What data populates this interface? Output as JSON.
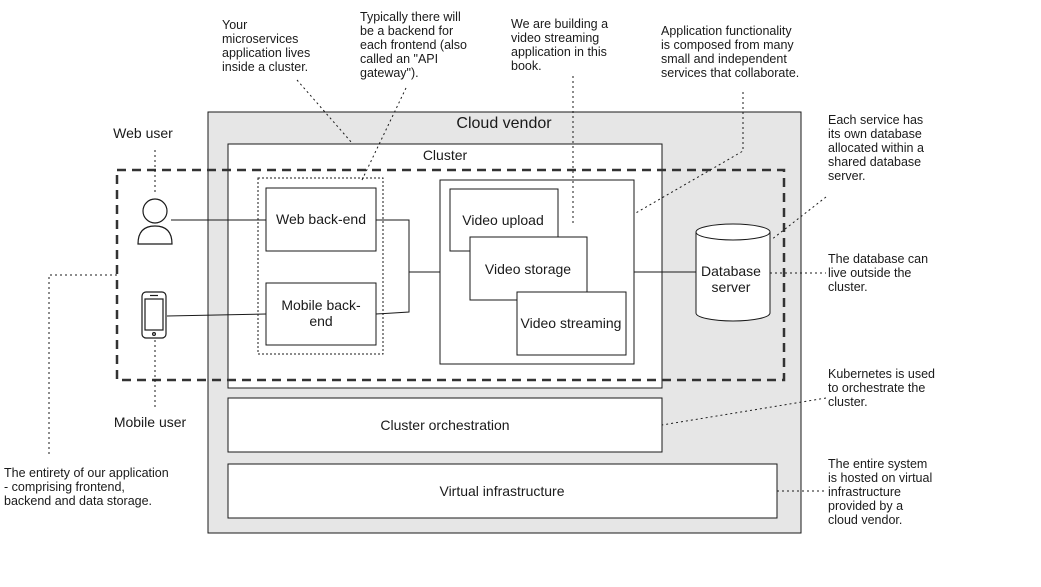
{
  "boxes": {
    "cloud_vendor": "Cloud vendor",
    "cluster": "Cluster",
    "web_backend": "Web back-end",
    "mobile_backend_line1": "Mobile back-",
    "mobile_backend_line2": "end",
    "video_upload": "Video upload",
    "video_storage": "Video storage",
    "video_streaming": "Video streaming",
    "database_line1": "Database",
    "database_line2": "server",
    "cluster_orchestration": "Cluster orchestration",
    "virtual_infrastructure": "Virtual infrastructure"
  },
  "actors": {
    "web_user": "Web user",
    "mobile_user": "Mobile user"
  },
  "notes": {
    "cluster_note": [
      "Your",
      "microservices",
      "application lives",
      "inside a cluster."
    ],
    "gateway_note": [
      "Typically there will",
      "be a backend for",
      "each frontend (also",
      "called an \"API",
      "gateway\")."
    ],
    "streaming_note": [
      "We are building a",
      "video streaming",
      "application in this",
      "book."
    ],
    "functionality_note": [
      "Application functionality",
      "is composed from many",
      "small and independent",
      "services that collaborate."
    ],
    "database_note": [
      "Each service has",
      "its own database",
      "allocated within a",
      "shared database",
      "server."
    ],
    "outside_note": [
      "The database can",
      "live outside the",
      "cluster."
    ],
    "kubernetes_note": [
      "Kubernetes is used",
      "to orchestrate the",
      "cluster."
    ],
    "hosted_note": [
      "The entire system",
      "is hosted on virtual",
      "infrastructure",
      "provided by a",
      "cloud vendor."
    ],
    "entirety_note": [
      "The entirety of our application",
      "- comprising frontend,",
      "backend and data storage."
    ]
  },
  "colors": {
    "cloud_fill": "#e6e6e6",
    "box_fill": "#ffffff",
    "stroke": "#1a1a1a",
    "dashed": "#333333"
  }
}
